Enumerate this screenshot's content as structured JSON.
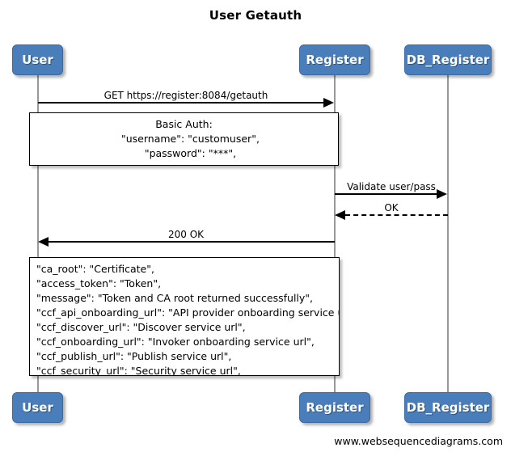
{
  "diagram": {
    "title": "User Getauth",
    "footer": "www.websequencediagrams.com",
    "accent_color": "#4a7ebb",
    "accent_border_color": "#3a69a3",
    "lifeline_color": "#999999",
    "line_color": "#000000",
    "background": "#ffffff"
  },
  "participants": [
    {
      "name": "User",
      "top_label": "User",
      "bottom_label": "User"
    },
    {
      "name": "Register",
      "top_label": "Register",
      "bottom_label": "Register"
    },
    {
      "name": "DB_Register",
      "top_label": "DB_Register",
      "bottom_label": "DB_Register"
    }
  ],
  "messages": [
    {
      "label": "GET https://register:8084/getauth",
      "from": "User",
      "to": "Register",
      "style": "solid",
      "direction": "right"
    },
    {
      "label": "Validate user/pass",
      "from": "Register",
      "to": "DB_Register",
      "style": "solid",
      "direction": "right"
    },
    {
      "label": "OK",
      "from": "DB_Register",
      "to": "Register",
      "style": "dashed",
      "direction": "left"
    },
    {
      "label": "200 OK",
      "from": "Register",
      "to": "User",
      "style": "solid",
      "direction": "left"
    }
  ],
  "notes": [
    {
      "id": "basic-auth-note",
      "align": "center",
      "lines": [
        "Basic Auth:",
        "    \"username\": \"customuser\",",
        "    \"password\": \"***\","
      ]
    },
    {
      "id": "auth-response-note",
      "align": "left",
      "lines": [
        "\"ca_root\": \"Certificate\",",
        "\"access_token\": \"Token\",",
        "\"message\": \"Token and CA root returned successfully\",",
        "\"ccf_api_onboarding_url\": \"API provider onboarding service url\",",
        "\"ccf_discover_url\": \"Discover service url\",",
        "\"ccf_onboarding_url\": \"Invoker onboarding service url\",",
        "\"ccf_publish_url\": \"Publish service url\",",
        "\"ccf_security_url\": \"Security service url\","
      ]
    }
  ]
}
